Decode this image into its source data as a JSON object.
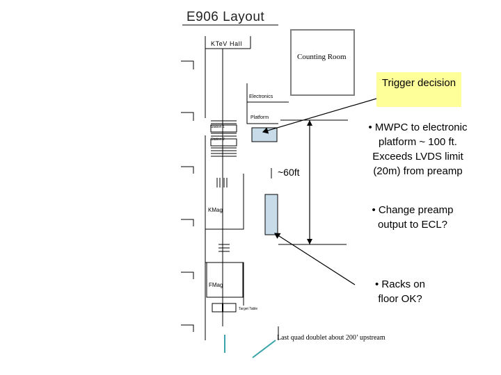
{
  "title": "E906 Layout",
  "hall_label": "KTeV Hall",
  "counting_room_label": "Counting Room",
  "electronics_label": "Electronics",
  "platform_label": "Platform",
  "small_label_1": "Station 1",
  "small_label_2": "Station 2",
  "distance_label": "~60ft",
  "kmag_label": "KMag",
  "fmag_label": "FMag",
  "target_label": "Target Table",
  "trigger_label": "Trigger decision",
  "bullets": [
    "• MWPC to electronic platform ~ 100 ft.  Exceeds LVDS limit (20m) from preamp",
    "• Change preamp output to ECL?",
    "• Racks on floor OK?"
  ],
  "upstream_note": "Last quad doublet about 200’ upstream",
  "colors": {
    "trigger_box": "#ffff99",
    "platform_fill": "#c8dbe9",
    "rack_fill": "#c8dbe9",
    "beam_line_accent": "#3aa3a9"
  }
}
